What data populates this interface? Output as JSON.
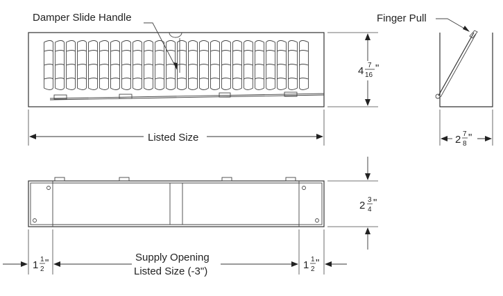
{
  "labels": {
    "damper_slide_handle": "Damper Slide Handle",
    "finger_pull": "Finger Pull",
    "listed_size": "Listed Size",
    "supply_opening": "Supply Opening",
    "supply_opening_size": "Listed Size (-3\")"
  },
  "dimensions": {
    "height": {
      "whole": "4",
      "num": "7",
      "den": "16",
      "unit": "\""
    },
    "depth": {
      "whole": "2",
      "num": "7",
      "den": "8",
      "unit": "\""
    },
    "frame_height": {
      "whole": "2",
      "num": "3",
      "den": "4",
      "unit": "\""
    },
    "left_margin": {
      "whole": "1",
      "num": "1",
      "den": "2",
      "unit": "\""
    },
    "right_margin": {
      "whole": "1",
      "num": "1",
      "den": "2",
      "unit": "\""
    }
  }
}
